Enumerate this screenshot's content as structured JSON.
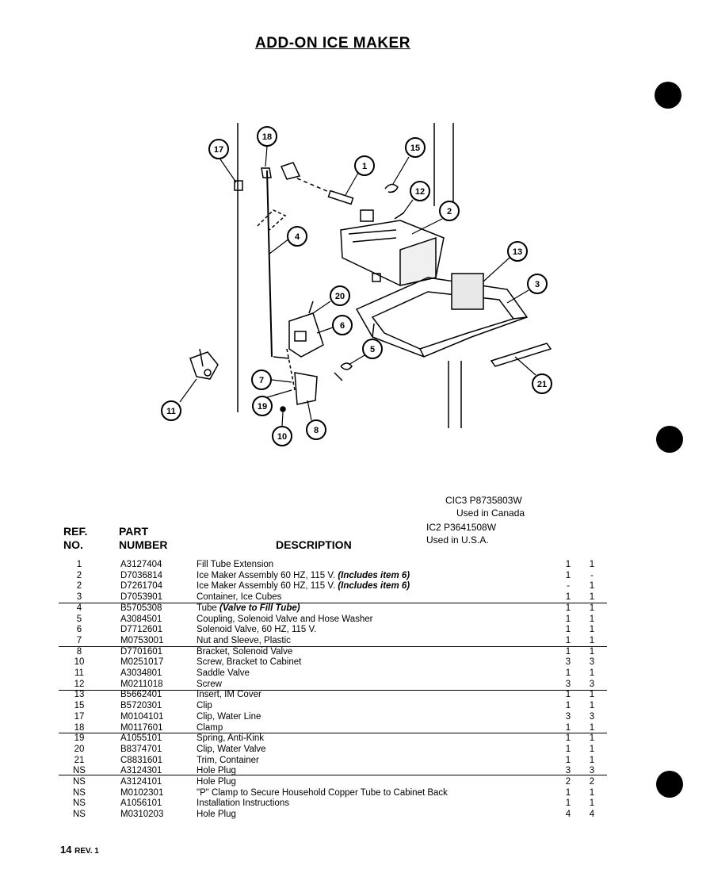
{
  "title": "ADD-ON ICE MAKER",
  "callouts": [
    "1",
    "2",
    "3",
    "4",
    "5",
    "6",
    "7",
    "8",
    "10",
    "11",
    "12",
    "13",
    "15",
    "17",
    "18",
    "19",
    "20",
    "21"
  ],
  "models": {
    "canada": {
      "code": "CIC3  P8735803W",
      "note": "Used in Canada"
    },
    "usa": {
      "code": "IC2  P3641508W",
      "note": "Used in U.S.A."
    }
  },
  "headers": {
    "ref_line1": "REF.",
    "ref_line2": "NO.",
    "part_line1": "PART",
    "part_line2": "NUMBER",
    "description": "DESCRIPTION"
  },
  "parts": [
    {
      "ref": "1",
      "part": "A3127404",
      "desc": "Fill Tube Extension",
      "note": "",
      "q1": "1",
      "q2": "1"
    },
    {
      "ref": "2",
      "part": "D7036814",
      "desc": "Ice Maker Assembly 60 HZ,  115 V. ",
      "note": "(Includes item 6)",
      "q1": "1",
      "q2": "-"
    },
    {
      "ref": "2",
      "part": "D7261704",
      "desc": "Ice Maker Assembly 60 HZ, 115 V. ",
      "note": "(Includes item 6)",
      "q1": "-",
      "q2": "1"
    },
    {
      "ref": "3",
      "part": "D7053901",
      "desc": "Container, Ice Cubes",
      "note": "",
      "q1": "1",
      "q2": "1"
    },
    {
      "ref": "4",
      "part": "B5705308",
      "desc": "Tube ",
      "note": "(Valve to Fill Tube)",
      "q1": "1",
      "q2": "1"
    },
    {
      "ref": "5",
      "part": "A3084501",
      "desc": "Coupling, Solenoid Valve and Hose Washer",
      "note": "",
      "q1": "1",
      "q2": "1"
    },
    {
      "ref": "6",
      "part": "D7712601",
      "desc": "Solenoid Valve, 60 HZ, 115 V.",
      "note": "",
      "q1": "1",
      "q2": "1"
    },
    {
      "ref": "7",
      "part": "M0753001",
      "desc": "Nut and Sleeve, Plastic",
      "note": "",
      "q1": "1",
      "q2": "1"
    },
    {
      "ref": "8",
      "part": "D7701601",
      "desc": "Bracket, Solenoid Valve",
      "note": "",
      "q1": "1",
      "q2": "1"
    },
    {
      "ref": "10",
      "part": "M0251017",
      "desc": "Screw, Bracket to Cabinet",
      "note": "",
      "q1": "3",
      "q2": "3"
    },
    {
      "ref": "11",
      "part": "A3034801",
      "desc": "Saddle Valve",
      "note": "",
      "q1": "1",
      "q2": "1"
    },
    {
      "ref": "12",
      "part": "M0211018",
      "desc": "Screw",
      "note": "",
      "q1": "3",
      "q2": "3"
    },
    {
      "ref": "13",
      "part": "B5662401",
      "desc": "Insert, IM Cover",
      "note": "",
      "q1": "1",
      "q2": "1"
    },
    {
      "ref": "15",
      "part": "B5720301",
      "desc": "Clip",
      "note": "",
      "q1": "1",
      "q2": "1"
    },
    {
      "ref": "17",
      "part": "M0104101",
      "desc": "Clip, Water Line",
      "note": "",
      "q1": "3",
      "q2": "3"
    },
    {
      "ref": "18",
      "part": "M0117601",
      "desc": "Clamp",
      "note": "",
      "q1": "1",
      "q2": "1"
    },
    {
      "ref": "19",
      "part": "A1055101",
      "desc": "Spring, Anti-Kink",
      "note": "",
      "q1": "1",
      "q2": "1"
    },
    {
      "ref": "20",
      "part": "B8374701",
      "desc": "Clip, Water Valve",
      "note": "",
      "q1": "1",
      "q2": "1"
    },
    {
      "ref": "21",
      "part": "C8831601",
      "desc": "Trim, Container",
      "note": "",
      "q1": "1",
      "q2": "1"
    },
    {
      "ref": "NS",
      "part": "A3124301",
      "desc": "Hole Plug",
      "note": "",
      "q1": "3",
      "q2": "3"
    },
    {
      "ref": "NS",
      "part": "A3124101",
      "desc": "Hole Plug",
      "note": "",
      "q1": "2",
      "q2": "2"
    },
    {
      "ref": "NS",
      "part": "M0102301",
      "desc": "\"P\" Clamp to Secure Household Copper Tube to Cabinet Back",
      "note": "",
      "q1": "1",
      "q2": "1"
    },
    {
      "ref": "NS",
      "part": "A1056101",
      "desc": "Installation Instructions",
      "note": "",
      "q1": "1",
      "q2": "1"
    },
    {
      "ref": "NS",
      "part": "M0310203",
      "desc": "Hole Plug",
      "note": "",
      "q1": "4",
      "q2": "4"
    }
  ],
  "footer": {
    "page": "14",
    "rev": "REV. 1"
  }
}
